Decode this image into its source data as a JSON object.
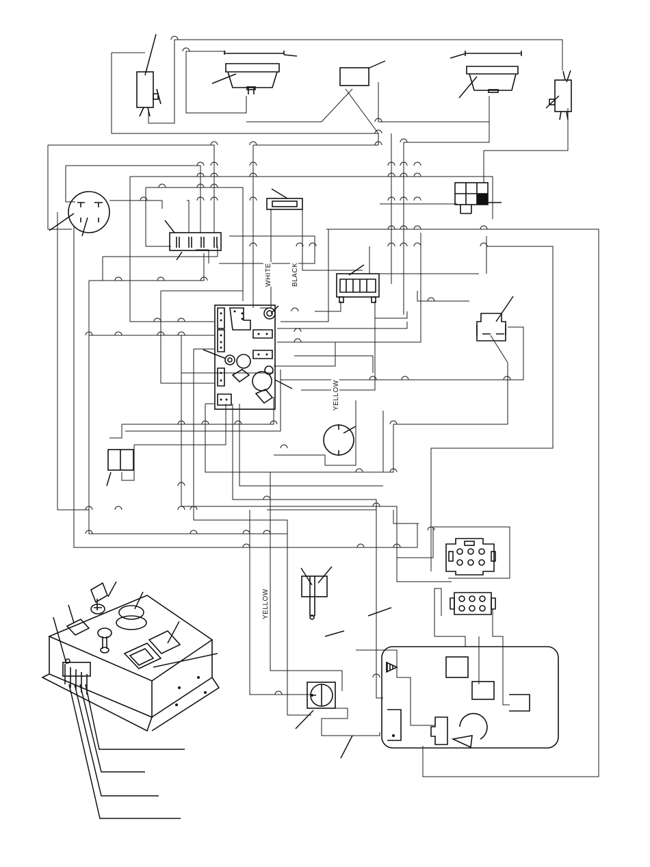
{
  "diagram": {
    "wire_labels": {
      "white": "WHITE",
      "black": "BLACK",
      "yellow_upper": "YELLOW",
      "yellow_lower": "YELLOW"
    }
  }
}
